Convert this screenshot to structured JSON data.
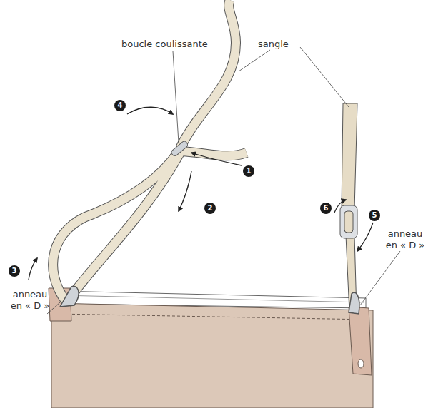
{
  "diagram": {
    "labels": [
      "boucle coulissante",
      "sangle",
      "anneau en « D »",
      "anneau en « D »",
      "1",
      "2",
      "3",
      "4",
      "5",
      "6"
    ]
  }
}
